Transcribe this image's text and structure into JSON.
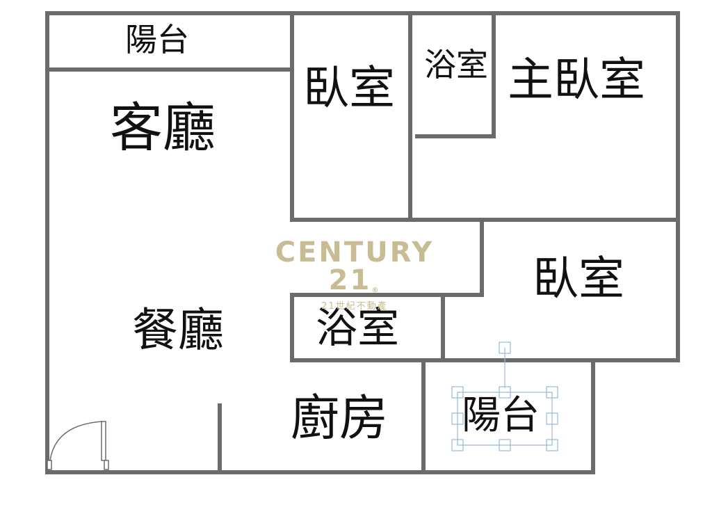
{
  "floorplan": {
    "wall_color": "#6b6b6b",
    "rooms": [
      {
        "id": "balcony-top",
        "label": "陽台"
      },
      {
        "id": "living-room",
        "label": "客廳"
      },
      {
        "id": "bedroom-1",
        "label": "臥室"
      },
      {
        "id": "bathroom-1",
        "label": "浴室"
      },
      {
        "id": "master-bedroom",
        "label": "主臥室"
      },
      {
        "id": "bedroom-2",
        "label": "臥室"
      },
      {
        "id": "dining-room",
        "label": "餐廳"
      },
      {
        "id": "bathroom-2",
        "label": "浴室"
      },
      {
        "id": "kitchen",
        "label": "廚房"
      },
      {
        "id": "balcony-bottom",
        "label": "陽台"
      }
    ]
  },
  "watermark": {
    "brand": "CENTURY 21",
    "registered_mark": "®",
    "subtitle": "21世紀不動產",
    "color": "#c8bc94"
  },
  "selection_box": {
    "color": "#9ab9d8",
    "target": "balcony-bottom"
  }
}
